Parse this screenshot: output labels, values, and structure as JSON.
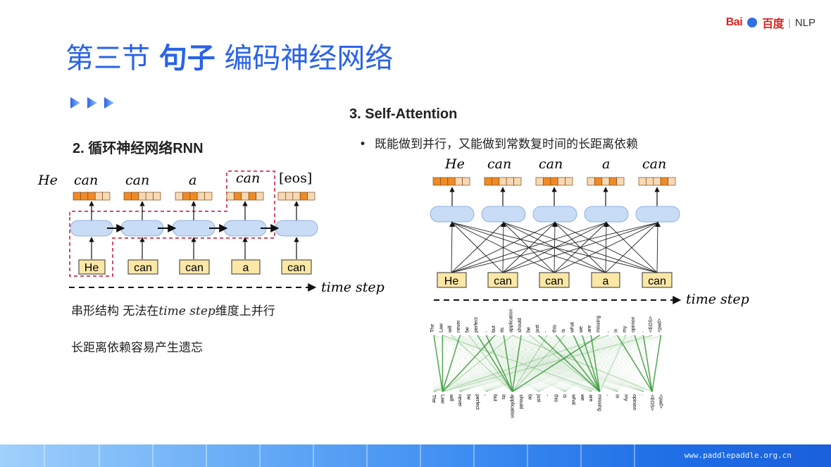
{
  "header": {
    "logo_brand": "Bai",
    "logo_brand_2": "百度",
    "logo_divider": "|",
    "logo_product": "NLP",
    "title_prefix": "第三节",
    "title_bold": "句子",
    "title_suffix": "编码神经网络"
  },
  "rnn": {
    "heading": "2. 循环神经网络RNN",
    "outputs": [
      "He",
      "can",
      "can",
      "a",
      "can",
      "[eos]"
    ],
    "inputs": [
      "He",
      "can",
      "can",
      "a",
      "can"
    ],
    "time_label": "time step",
    "note1_prefix": "串形结构 无法在",
    "note1_italic": "time step",
    "note1_suffix": "维度上并行",
    "note2": "长距离依赖容易产生遗忘"
  },
  "self_attention": {
    "heading": "3. Self-Attention",
    "bullet_mark": "•",
    "bullet": "既能做到并行，又能做到常数复时间的长距离依赖",
    "outputs": [
      "He",
      "can",
      "can",
      "a",
      "can"
    ],
    "inputs": [
      "He",
      "can",
      "can",
      "a",
      "can"
    ],
    "time_label": "time step",
    "attention_tokens": [
      "The",
      "Law",
      "will",
      "never",
      "be",
      "perfect",
      ",",
      "but",
      "its",
      "application",
      "should",
      "be",
      "just",
      "-",
      "this",
      "is",
      "what",
      "we",
      "are",
      "missing",
      ",",
      "in",
      "my",
      "opinion",
      ".",
      "<EOS>",
      "<pad>"
    ]
  },
  "colors": {
    "title_blue": "#2a63e8",
    "cell_orange": "#f08a24",
    "cell_light": "#f9d9b4",
    "node_blue": "#c9dcf5",
    "input_yellow": "#fbe7a6",
    "dashed_red": "#c8102e",
    "attention_green": "#3c9a3c"
  },
  "footer": {
    "url": "www.paddlepaddle.org.cn"
  }
}
